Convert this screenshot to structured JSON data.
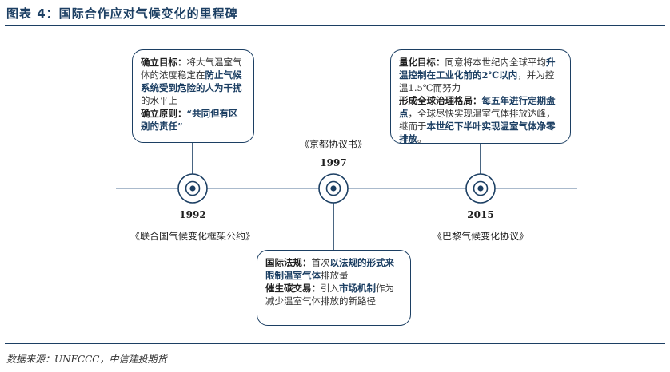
{
  "title": "图表 4：国际合作应对气候变化的里程碑",
  "source": "数据来源：UNFCCC，中信建投期货",
  "colors": {
    "accent": "#1c3f63"
  },
  "milestones": [
    {
      "year": "1992",
      "name": "《联合国气候变化框架公约》",
      "box": {
        "label1": "确立目标：",
        "t1": "将大气温室气体的浓度稳定在",
        "h1": "防止气候系统受到危险的人为干扰",
        "t2": "的水平上",
        "label2": "确立原则：",
        "h2": "“共同但有区别的责任”"
      }
    },
    {
      "year": "1997",
      "name": "《京都协议书》",
      "box": {
        "label1": "国际法规：",
        "t1": "首次",
        "h1": "以法规的形式来限制温室气体",
        "t2": "排放量",
        "label2": "催生碳交易：",
        "t3": "引入",
        "h2": "市场机制",
        "t4": "作为减少温室气体排放的新路径"
      }
    },
    {
      "year": "2015",
      "name": "《巴黎气候变化协议》",
      "box": {
        "label1": "量化目标：",
        "t1": "同意将本世纪内全球平均",
        "h1": "升温控制在工业化前的2℃以内",
        "t2": "，并为控温1.5℃而努力",
        "label2": "形成全球治理格局：",
        "h2": "每五年进行定期盘点",
        "t3": "，全球尽快实现温室气体排放达峰，继而于",
        "h3": "本世纪下半叶实现温室气体净零排放",
        "t4": "。"
      }
    }
  ]
}
